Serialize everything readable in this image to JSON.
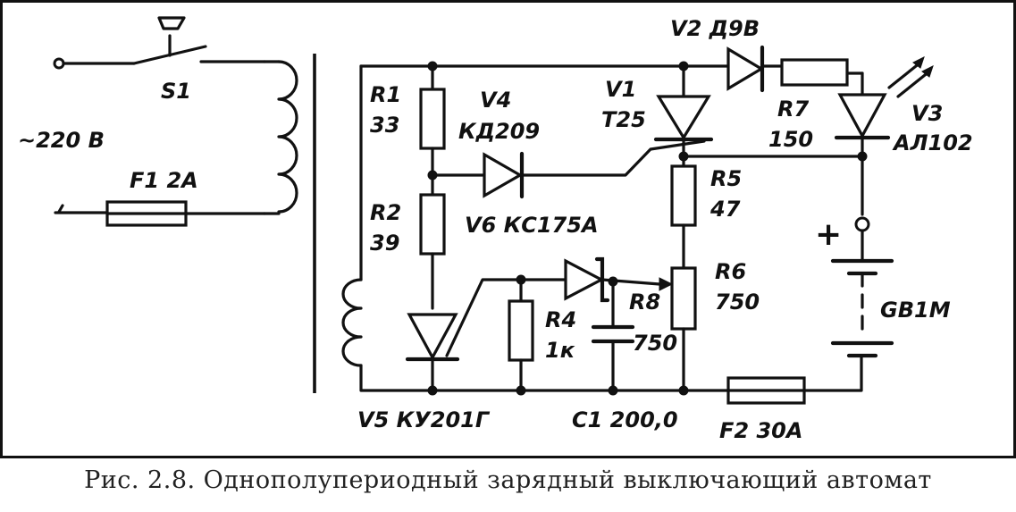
{
  "labels": {
    "s1": "S1",
    "mains_voltage": "~220 В",
    "f1": "F1  2A",
    "r1_name": "R1",
    "r1_value": "33",
    "r2_name": "R2",
    "r2_value": "39",
    "v4_name": "V4",
    "v4_type": "КД209",
    "v6": "V6 КС175А",
    "v1_name": "V1",
    "v1_type": "Т25",
    "v2": "V2  Д9В",
    "r7_name": "R7",
    "r7_value": "150",
    "v3_name": "V3",
    "v3_type": "АЛ102",
    "r5_name": "R5",
    "r5_value": "47",
    "r6_name": "R6",
    "r6_value": "750",
    "r4_name": "R4",
    "r4_value": "1к",
    "r8_name": "R8",
    "r8_value": "750",
    "plus_sign": "+",
    "gb1": "GB1M",
    "v5": "V5 КУ201Г",
    "c1": "C1 200,0",
    "f2": "F2 30A"
  },
  "caption": "Рис. 2.8. Однополупериодный зарядный выключающий автомат"
}
